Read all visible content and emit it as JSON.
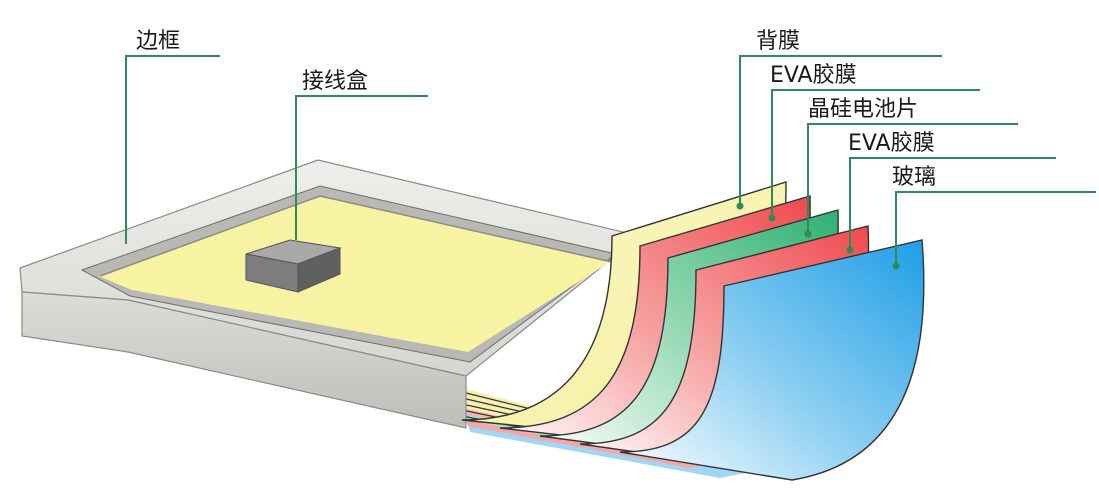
{
  "callouts": {
    "frame": "边框",
    "junction_box": "接线盒",
    "back_sheet": "背膜",
    "eva_top": "EVA胶膜",
    "cells": "晶硅电池片",
    "eva_bottom": "EVA胶膜",
    "glass": "玻璃"
  },
  "colors": {
    "leader": "#2e8b57",
    "back_sheet": "#f6f2a6",
    "eva": "#f26a6a",
    "cells": "#3cb878",
    "glass": "#2fa8e6",
    "frame": "#d9d9d6",
    "junction_box": "#7a7a7a"
  }
}
